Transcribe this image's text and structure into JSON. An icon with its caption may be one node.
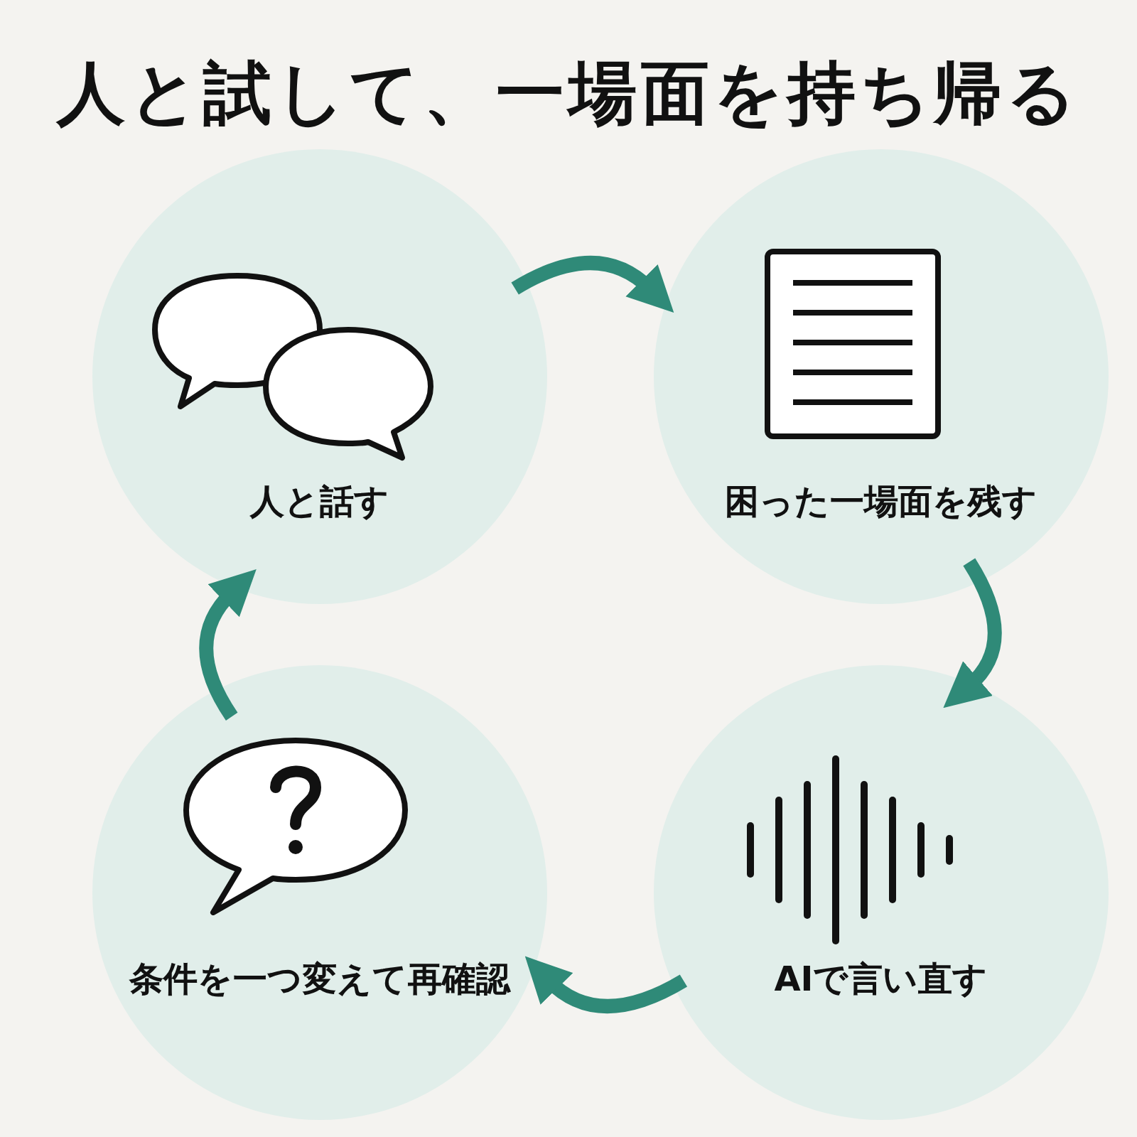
{
  "diagram": {
    "title": "人と試して、一場面を持ち帰る",
    "nodes": [
      {
        "text": [
          "人と話す"
        ]
      },
      {
        "text": [
          "困った一場面を残す"
        ]
      },
      {
        "text": [
          "条件を一つ変えて再確認"
        ]
      },
      {
        "text": [
          "AIで言い直す"
        ]
      }
    ],
    "edges": [
      {
        "from": 0,
        "to": 1,
        "arrow": "to"
      },
      {
        "from": 1,
        "to": 3,
        "arrow": "to"
      },
      {
        "from": 3,
        "to": 2,
        "arrow": "to"
      },
      {
        "from": 2,
        "to": 0,
        "arrow": "to"
      }
    ]
  }
}
